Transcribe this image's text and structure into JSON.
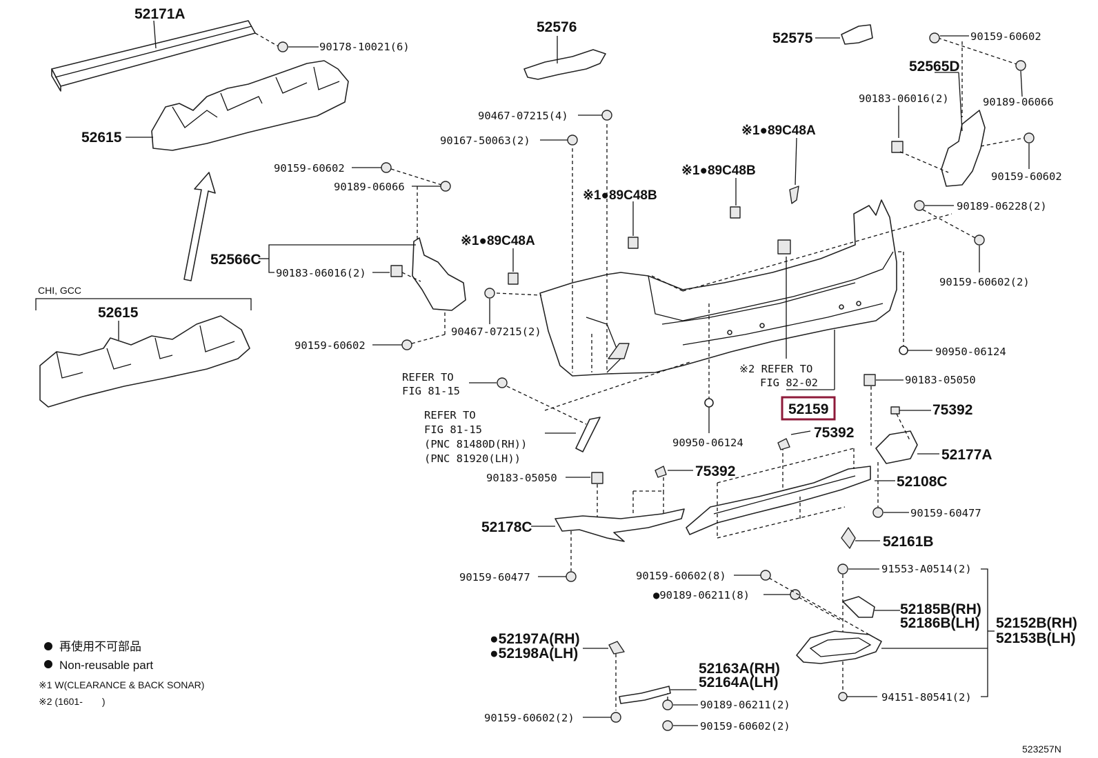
{
  "diagram_id": "523257N",
  "legend": {
    "non_reusable_jp": "再使用不可部品",
    "non_reusable_en": "Non-reusable part",
    "note1": "※1 W(CLEARANCE & BACK SONAR)",
    "note2": "※2 (1601-　　)"
  },
  "variant_label": "CHI, GCC",
  "refer_labels": {
    "fig8115_a_line1": "REFER TO",
    "fig8115_a_line2": "FIG 81-15",
    "fig8115_b_line1": "REFER TO",
    "fig8115_b_line2": "FIG 81-15",
    "fig8115_b_line3": "(PNC 81480D(RH))",
    "fig8115_b_line4": "(PNC 81920(LH))",
    "fig8202_line1": "※2 REFER TO",
    "fig8202_line2": "FIG 82-02"
  },
  "highlighted_part": "52159",
  "parts": {
    "p52171A": "52171A",
    "p90178_10021": "90178-10021(6)",
    "p52615_top": "52615",
    "p52615_chi": "52615",
    "p52576": "52576",
    "p52575": "52575",
    "p90159_60602_tr": "90159-60602",
    "p52565D": "52565D",
    "p90183_06016_tr": "90183-06016(2)",
    "p90189_06066_tr": "90189-06066",
    "p90159_60602_r2": "90159-60602",
    "p90189_06228": "90189-06228(2)",
    "p90159_60602_2r": "90159-60602(2)",
    "p90950_06124_r": "90950-06124",
    "p90467_07215_4": "90467-07215(4)",
    "p90167_50063": "90167-50063(2)",
    "p89C48A_top": "※1●89C48A",
    "p89C48B_mid": "※1●89C48B",
    "p89C48B_left": "※1●89C48B",
    "p89C48A_left": "※1●89C48A",
    "p90159_60602_l": "90159-60602",
    "p90189_06066_l": "90189-06066",
    "p52566C": "52566C",
    "p90183_06016_l": "90183-06016(2)",
    "p90467_07215_2": "90467-07215(2)",
    "p90159_60602_l2": "90159-60602",
    "p90950_06124_c": "90950-06124",
    "p52159": "52159",
    "p90183_05050_r": "90183-05050",
    "p75392_r": "75392",
    "p75392_c": "75392",
    "p75392_l": "75392",
    "p52177A": "52177A",
    "p52108C": "52108C",
    "p90159_60477_r": "90159-60477",
    "p52161B": "52161B",
    "p90183_05050_l": "90183-05050",
    "p52178C": "52178C",
    "p90159_60477_l": "90159-60477",
    "p90159_60602_8": "90159-60602(8)",
    "p90189_06211_8": "●90189-06211(8)",
    "p91553_A0514": "91553-A0514(2)",
    "p52185B": "52185B(RH)",
    "p52186B": "52186B(LH)",
    "p52152B": "52152B(RH)",
    "p52153B": "52153B(LH)",
    "p94151_80541": "94151-80541(2)",
    "p52197A": "●52197A(RH)",
    "p52198A": "●52198A(LH)",
    "p52163A": "52163A(RH)",
    "p52164A": "52164A(LH)",
    "p90189_06211_2": "90189-06211(2)",
    "p90159_60602_2a": "90159-60602(2)",
    "p90159_60602_2b": "90159-60602(2)"
  }
}
